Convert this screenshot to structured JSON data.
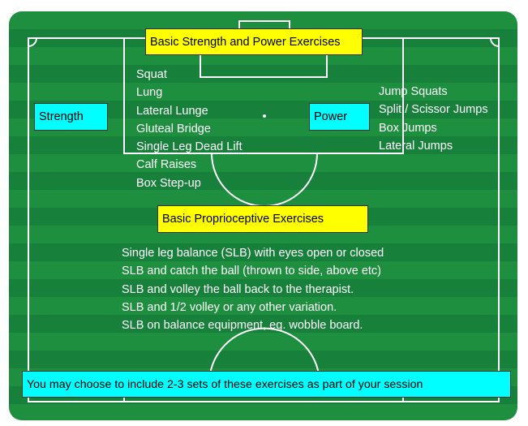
{
  "strength_power": {
    "title": "Basic Strength and Power Exercises",
    "strength_label": "Strength",
    "power_label": "Power",
    "strength_exercises": [
      "Squat",
      "Lung",
      "Lateral Lunge",
      "Gluteal Bridge",
      "Single Leg Dead Lift",
      "Calf Raises",
      "Box Step-up"
    ],
    "power_exercises": [
      "Jump Squats",
      "Split / Scissor Jumps",
      "Box Jumps",
      "Lateral Jumps"
    ]
  },
  "proprioceptive": {
    "title": "Basic Proprioceptive Exercises",
    "exercises": [
      "Single leg balance (SLB) with eyes open or closed",
      "SLB and catch the ball (thrown to side, above etc)",
      "SLB and volley the ball back to the therapist.",
      "SLB and 1/2 volley or any other variation.",
      "SLB on balance equipment, eg. wobble board."
    ]
  },
  "footer_note": "You may choose to include 2-3 sets of these exercises as part of your session",
  "colors": {
    "pitch": "#1e8f3e",
    "title_box": "#ffff00",
    "label_box": "#00ffff",
    "lines": "#ffffff"
  }
}
